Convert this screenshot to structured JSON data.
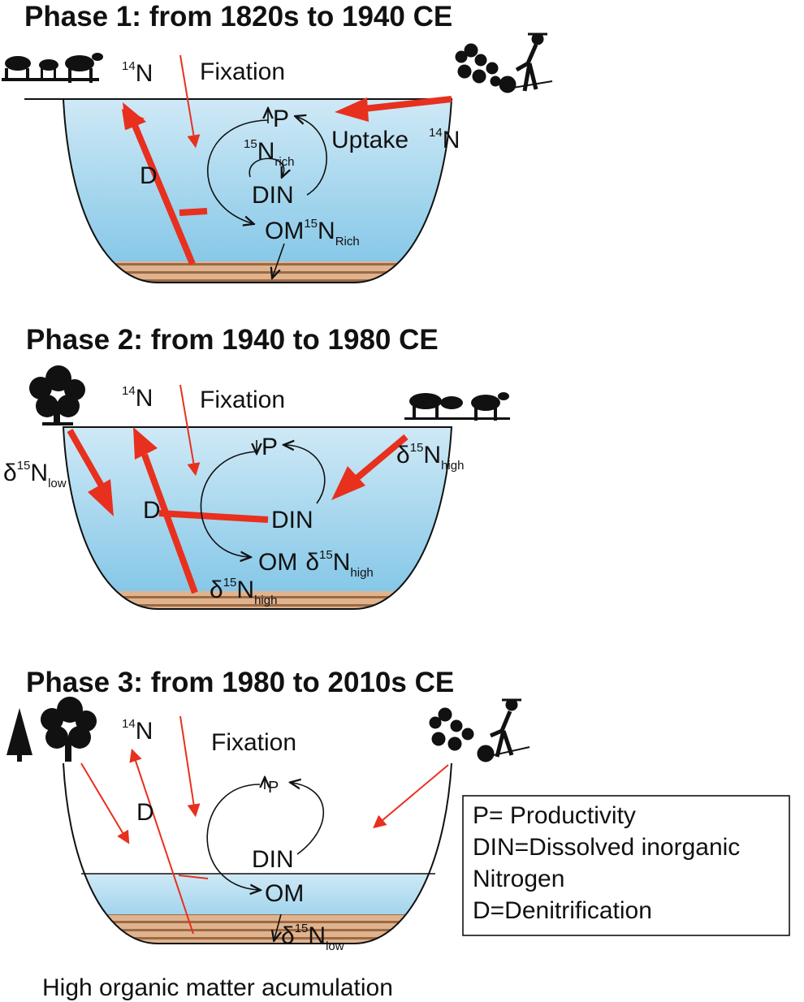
{
  "phases": [
    {
      "title": "Phase 1: from 1820s to 1940 CE",
      "n14": {
        "sup": "14",
        "base": "N"
      },
      "fixation": "Fixation",
      "uptake": "Uptake",
      "uptake_n14": {
        "sup": "14",
        "base": "N"
      },
      "p": "P",
      "n15rich": {
        "sup": "15",
        "base": "N",
        "sub": "rich"
      },
      "din": "DIN",
      "om": "OM",
      "om_n15": {
        "sup": "15",
        "base": "N",
        "sub": "Rich"
      },
      "d": "D"
    },
    {
      "title": "Phase 2: from 1940 to 1980 CE",
      "n14": {
        "sup": "14",
        "base": "N"
      },
      "fixation": "Fixation",
      "left_delta": {
        "pre": "δ",
        "sup": "15",
        "base": "N",
        "sub": "low"
      },
      "right_delta": {
        "pre": "δ",
        "sup": "15",
        "base": "N",
        "sub": "high"
      },
      "p": "P",
      "din": "DIN",
      "d": "D",
      "om": "OM",
      "om_delta": {
        "pre": "δ",
        "sup": "15",
        "base": "N",
        "sub": "high"
      },
      "sed_delta": {
        "pre": "δ",
        "sup": "15",
        "base": "N",
        "sub": "high"
      }
    },
    {
      "title": "Phase 3: from 1980 to 2010s CE",
      "n14": {
        "sup": "14",
        "base": "N"
      },
      "fixation": "Fixation",
      "p": "P",
      "din": "DIN",
      "d": "D",
      "om": "OM",
      "sed_delta": {
        "pre": "δ",
        "sup": "15",
        "base": "N",
        "sub": "low"
      },
      "caption": "High organic matter acumulation"
    }
  ],
  "legend": {
    "lines": [
      "P= Productivity",
      "DIN=Dissolved inorganic",
      "Nitrogen",
      "D=Denitrification"
    ]
  },
  "colors": {
    "arrow": "#e8301e",
    "water_top": "#c9e6f5",
    "water_bottom": "#7ec4e6",
    "sediment_light": "#e3b48c",
    "sediment_dark": "#8a5a3a",
    "ink": "#111111"
  }
}
